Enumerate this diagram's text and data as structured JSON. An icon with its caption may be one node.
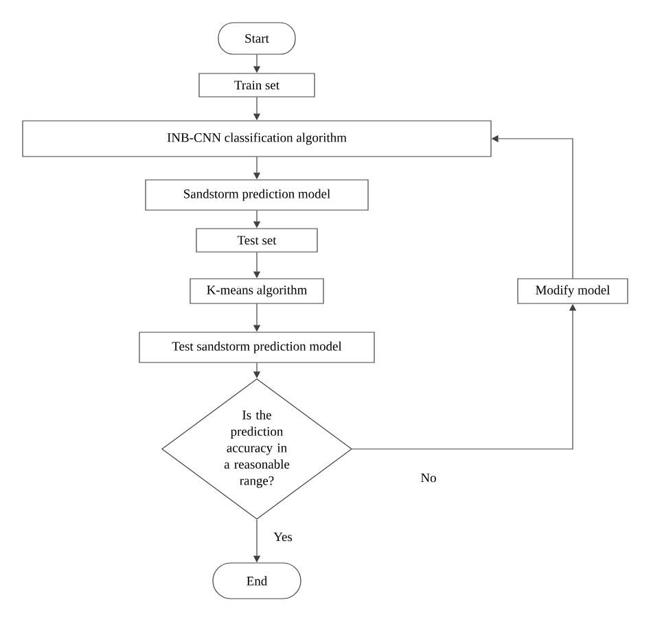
{
  "diagram": {
    "nodes": [
      {
        "text": [
          "Start"
        ]
      },
      {
        "text": [
          "Train set"
        ]
      },
      {
        "text": [
          "INB-CNN classification algorithm"
        ]
      },
      {
        "text": [
          "Sandstorm prediction model"
        ]
      },
      {
        "text": [
          "Test set"
        ]
      },
      {
        "text": [
          "K-means algorithm"
        ]
      },
      {
        "text": [
          "Test sandstorm prediction model"
        ]
      },
      {
        "text": [
          "Is the prediction accuracy in a reasonable range?"
        ]
      },
      {
        "text": [
          "End"
        ]
      },
      {
        "text": [
          "Modify model"
        ]
      }
    ],
    "edges": [
      {
        "from": 0,
        "to": 1,
        "arrow": "to"
      },
      {
        "from": 1,
        "to": 2,
        "arrow": "to"
      },
      {
        "from": 2,
        "to": 3,
        "arrow": "to"
      },
      {
        "from": 3,
        "to": 4,
        "arrow": "to"
      },
      {
        "from": 4,
        "to": 5,
        "arrow": "to"
      },
      {
        "from": 5,
        "to": 6,
        "arrow": "to"
      },
      {
        "from": 6,
        "to": 7,
        "arrow": "to"
      },
      {
        "from": 7,
        "to": 8,
        "arrow": "to",
        "label": "Yes"
      },
      {
        "from": 7,
        "to": 9,
        "arrow": "to",
        "label": "No"
      },
      {
        "from": 9,
        "to": 2,
        "arrow": "to"
      }
    ]
  }
}
